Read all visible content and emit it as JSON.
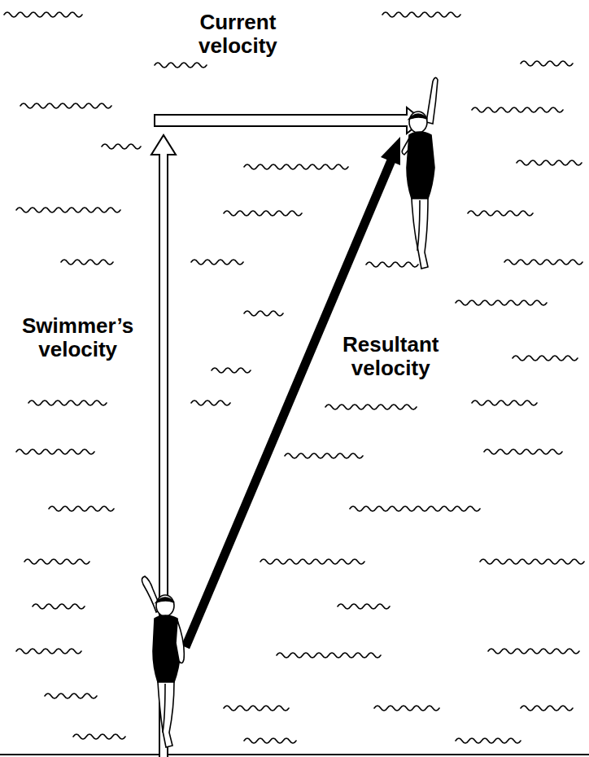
{
  "diagram": {
    "labels": [
      "Current velocity",
      "Swimmer’s velocity",
      "Resultant velocity"
    ]
  }
}
